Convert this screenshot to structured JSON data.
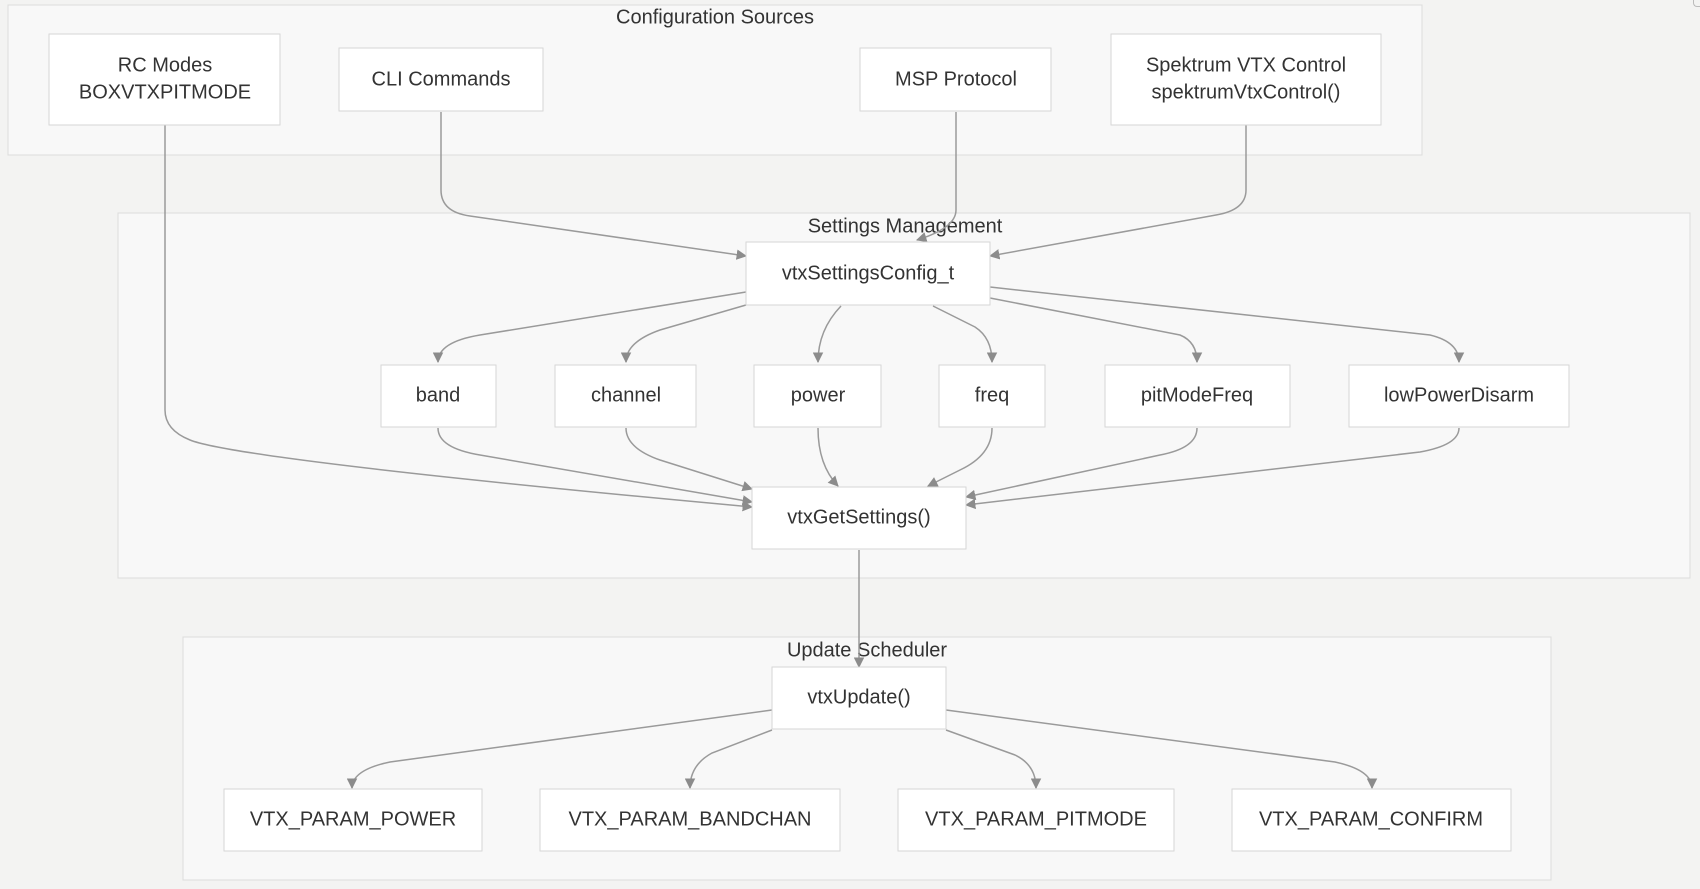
{
  "diagram": {
    "groups": {
      "config": "Configuration Sources",
      "settings": "Settings Management",
      "scheduler": "Update Scheduler"
    },
    "nodes": {
      "rc_modes": [
        "RC Modes",
        "BOXVTXPITMODE"
      ],
      "cli": [
        "CLI Commands"
      ],
      "msp": [
        "MSP Protocol"
      ],
      "spektrum": [
        "Spektrum VTX Control",
        "spektrumVtxControl()"
      ],
      "settings_config": [
        "vtxSettingsConfig_t"
      ],
      "band": [
        "band"
      ],
      "channel": [
        "channel"
      ],
      "power": [
        "power"
      ],
      "freq": [
        "freq"
      ],
      "pitmodefreq": [
        "pitModeFreq"
      ],
      "lowpowerdisarm": [
        "lowPowerDisarm"
      ],
      "get_settings": [
        "vtxGetSettings()"
      ],
      "update": [
        "vtxUpdate()"
      ],
      "param_power": [
        "VTX_PARAM_POWER"
      ],
      "param_bandchan": [
        "VTX_PARAM_BANDCHAN"
      ],
      "param_pitmode": [
        "VTX_PARAM_PITMODE"
      ],
      "param_confirm": [
        "VTX_PARAM_CONFIRM"
      ]
    }
  }
}
